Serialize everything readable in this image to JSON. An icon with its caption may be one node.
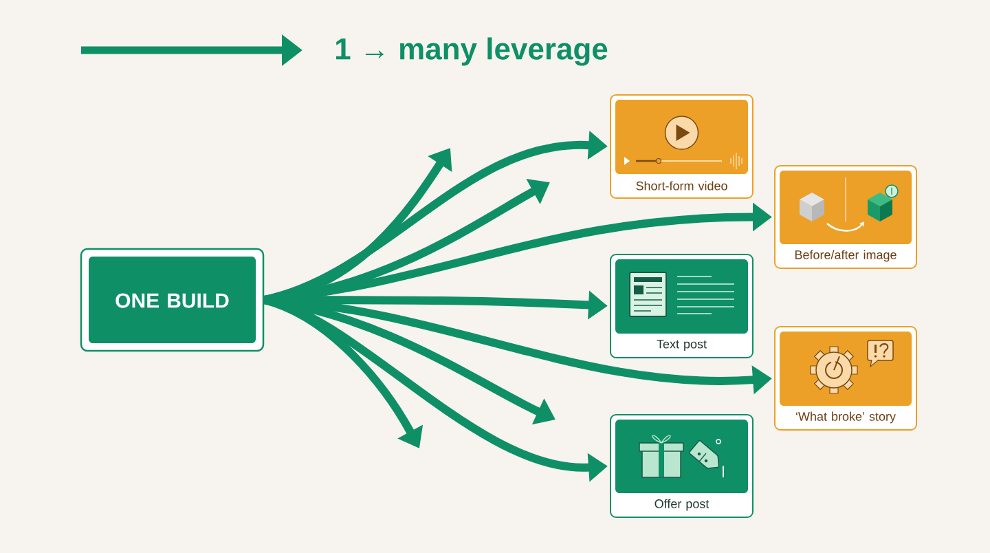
{
  "diagram": {
    "title": "1 → many leverage",
    "nodes": [
      {
        "text": [
          "ONE BUILD"
        ]
      },
      {
        "text": [
          "Short-form video"
        ]
      },
      {
        "text": [
          "Before/after image"
        ]
      },
      {
        "text": [
          "Text post"
        ]
      },
      {
        "text": [
          "‘What broke’ story"
        ]
      },
      {
        "text": [
          "Offer post"
        ]
      }
    ],
    "edges": [
      {
        "from": 0,
        "to": null,
        "arrow": "to"
      },
      {
        "from": 0,
        "to": 1,
        "arrow": "to"
      },
      {
        "from": 0,
        "to": null,
        "arrow": "to"
      },
      {
        "from": 0,
        "to": 2,
        "arrow": "to"
      },
      {
        "from": 0,
        "to": 3,
        "arrow": "to"
      },
      {
        "from": 0,
        "to": 4,
        "arrow": "to"
      },
      {
        "from": 0,
        "to": null,
        "arrow": "to"
      },
      {
        "from": 0,
        "to": 5,
        "arrow": "to"
      },
      {
        "from": 0,
        "to": null,
        "arrow": "to"
      }
    ]
  }
}
